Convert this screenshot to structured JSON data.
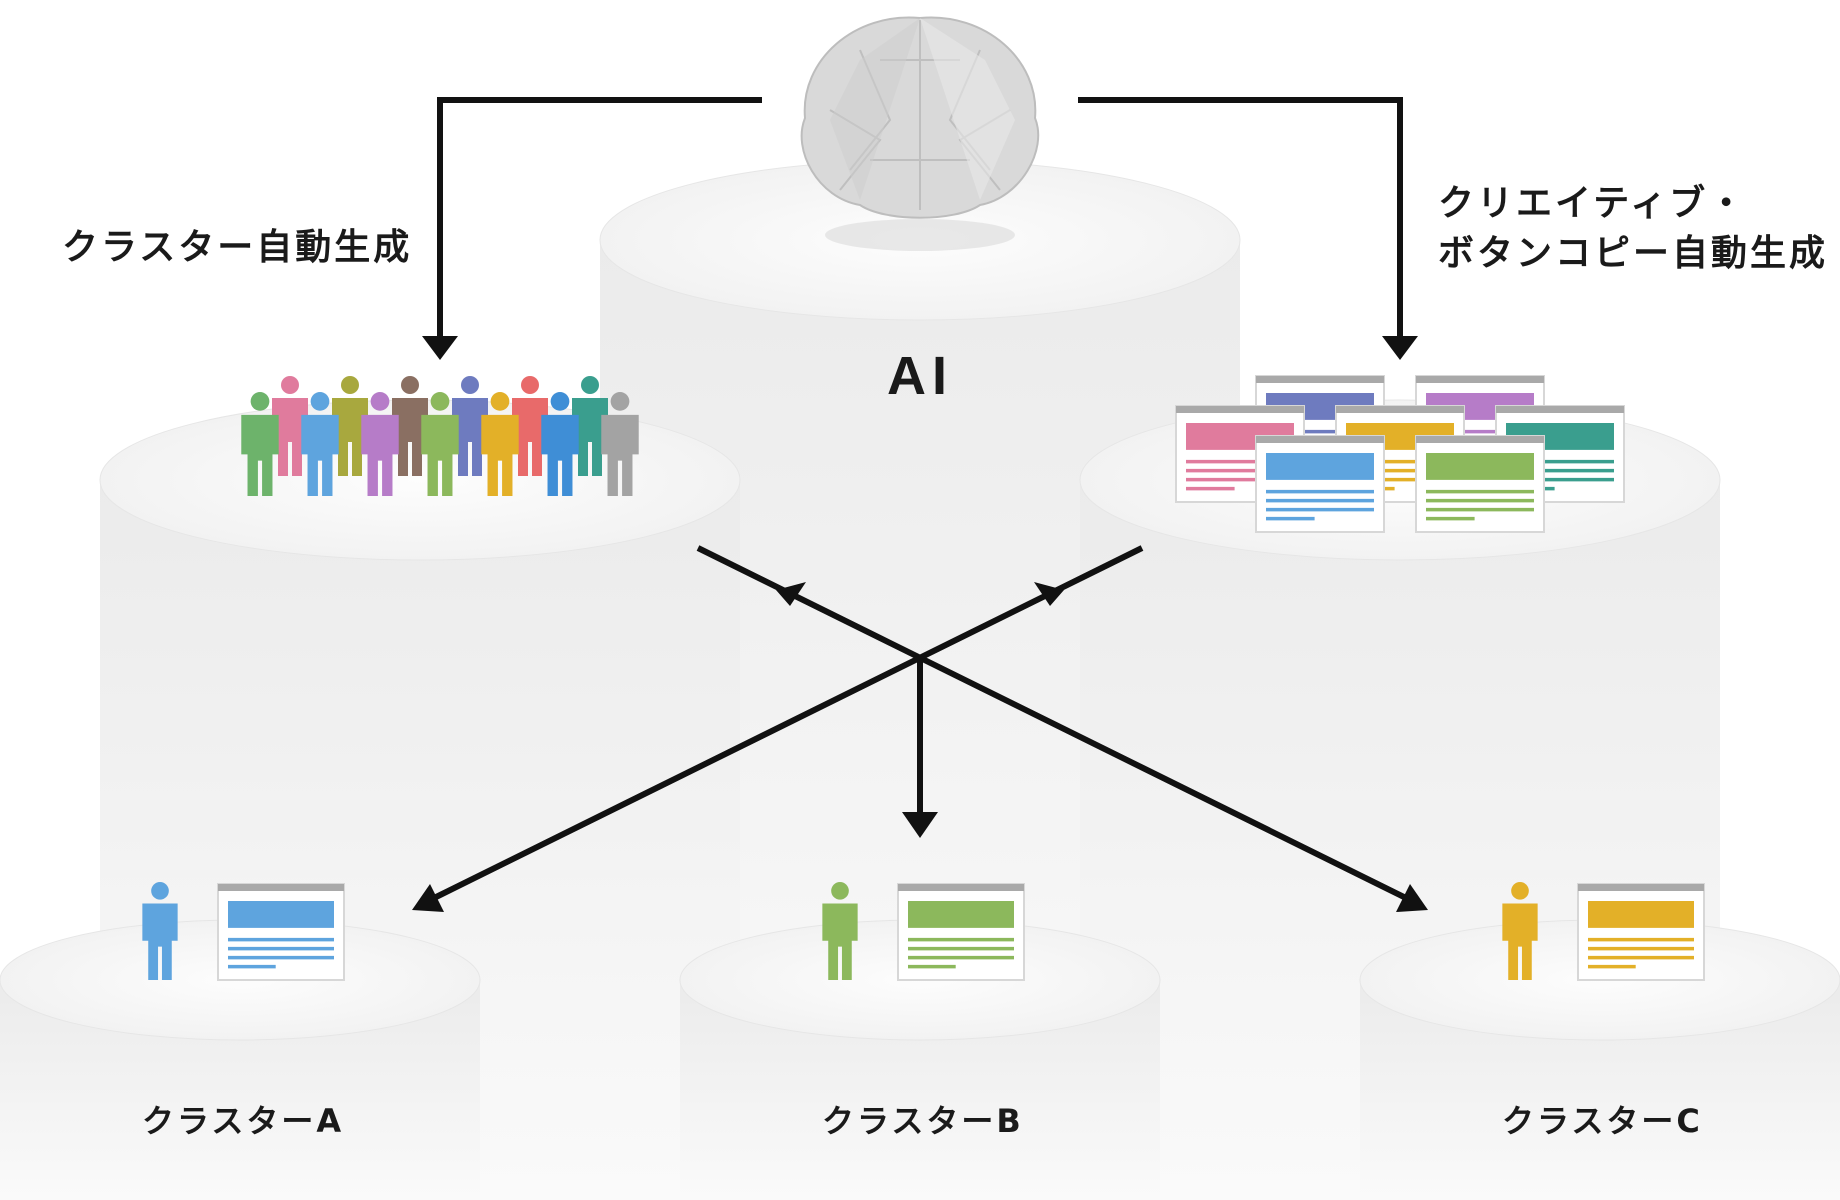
{
  "ai_label": "AI",
  "left_label": "クラスター自動生成",
  "right_label_line1": "クリエイティブ・",
  "right_label_line2": "ボタンコピー自動生成",
  "clusters": [
    {
      "label": "クラスターA",
      "color": "#5ea4de"
    },
    {
      "label": "クラスターB",
      "color": "#8cb85c"
    },
    {
      "label": "クラスターC",
      "color": "#e3b028"
    }
  ],
  "people_colors": [
    "#6db36b",
    "#e07b9d",
    "#5ea4de",
    "#a8a83e",
    "#b67cc8",
    "#8a6f62",
    "#8cb85c",
    "#6e7bbf",
    "#e3b028",
    "#e86a6a",
    "#3f8ed6",
    "#3a9e8e",
    "#a3a3a3"
  ],
  "creative_colors": [
    "#6e7bbf",
    "#b67cc8",
    "#e07b9d",
    "#e3b028",
    "#3a9e8e",
    "#5ea4de",
    "#8cb85c"
  ],
  "arrow_color": "#111111",
  "pedestal_color": "#f2f2f2"
}
